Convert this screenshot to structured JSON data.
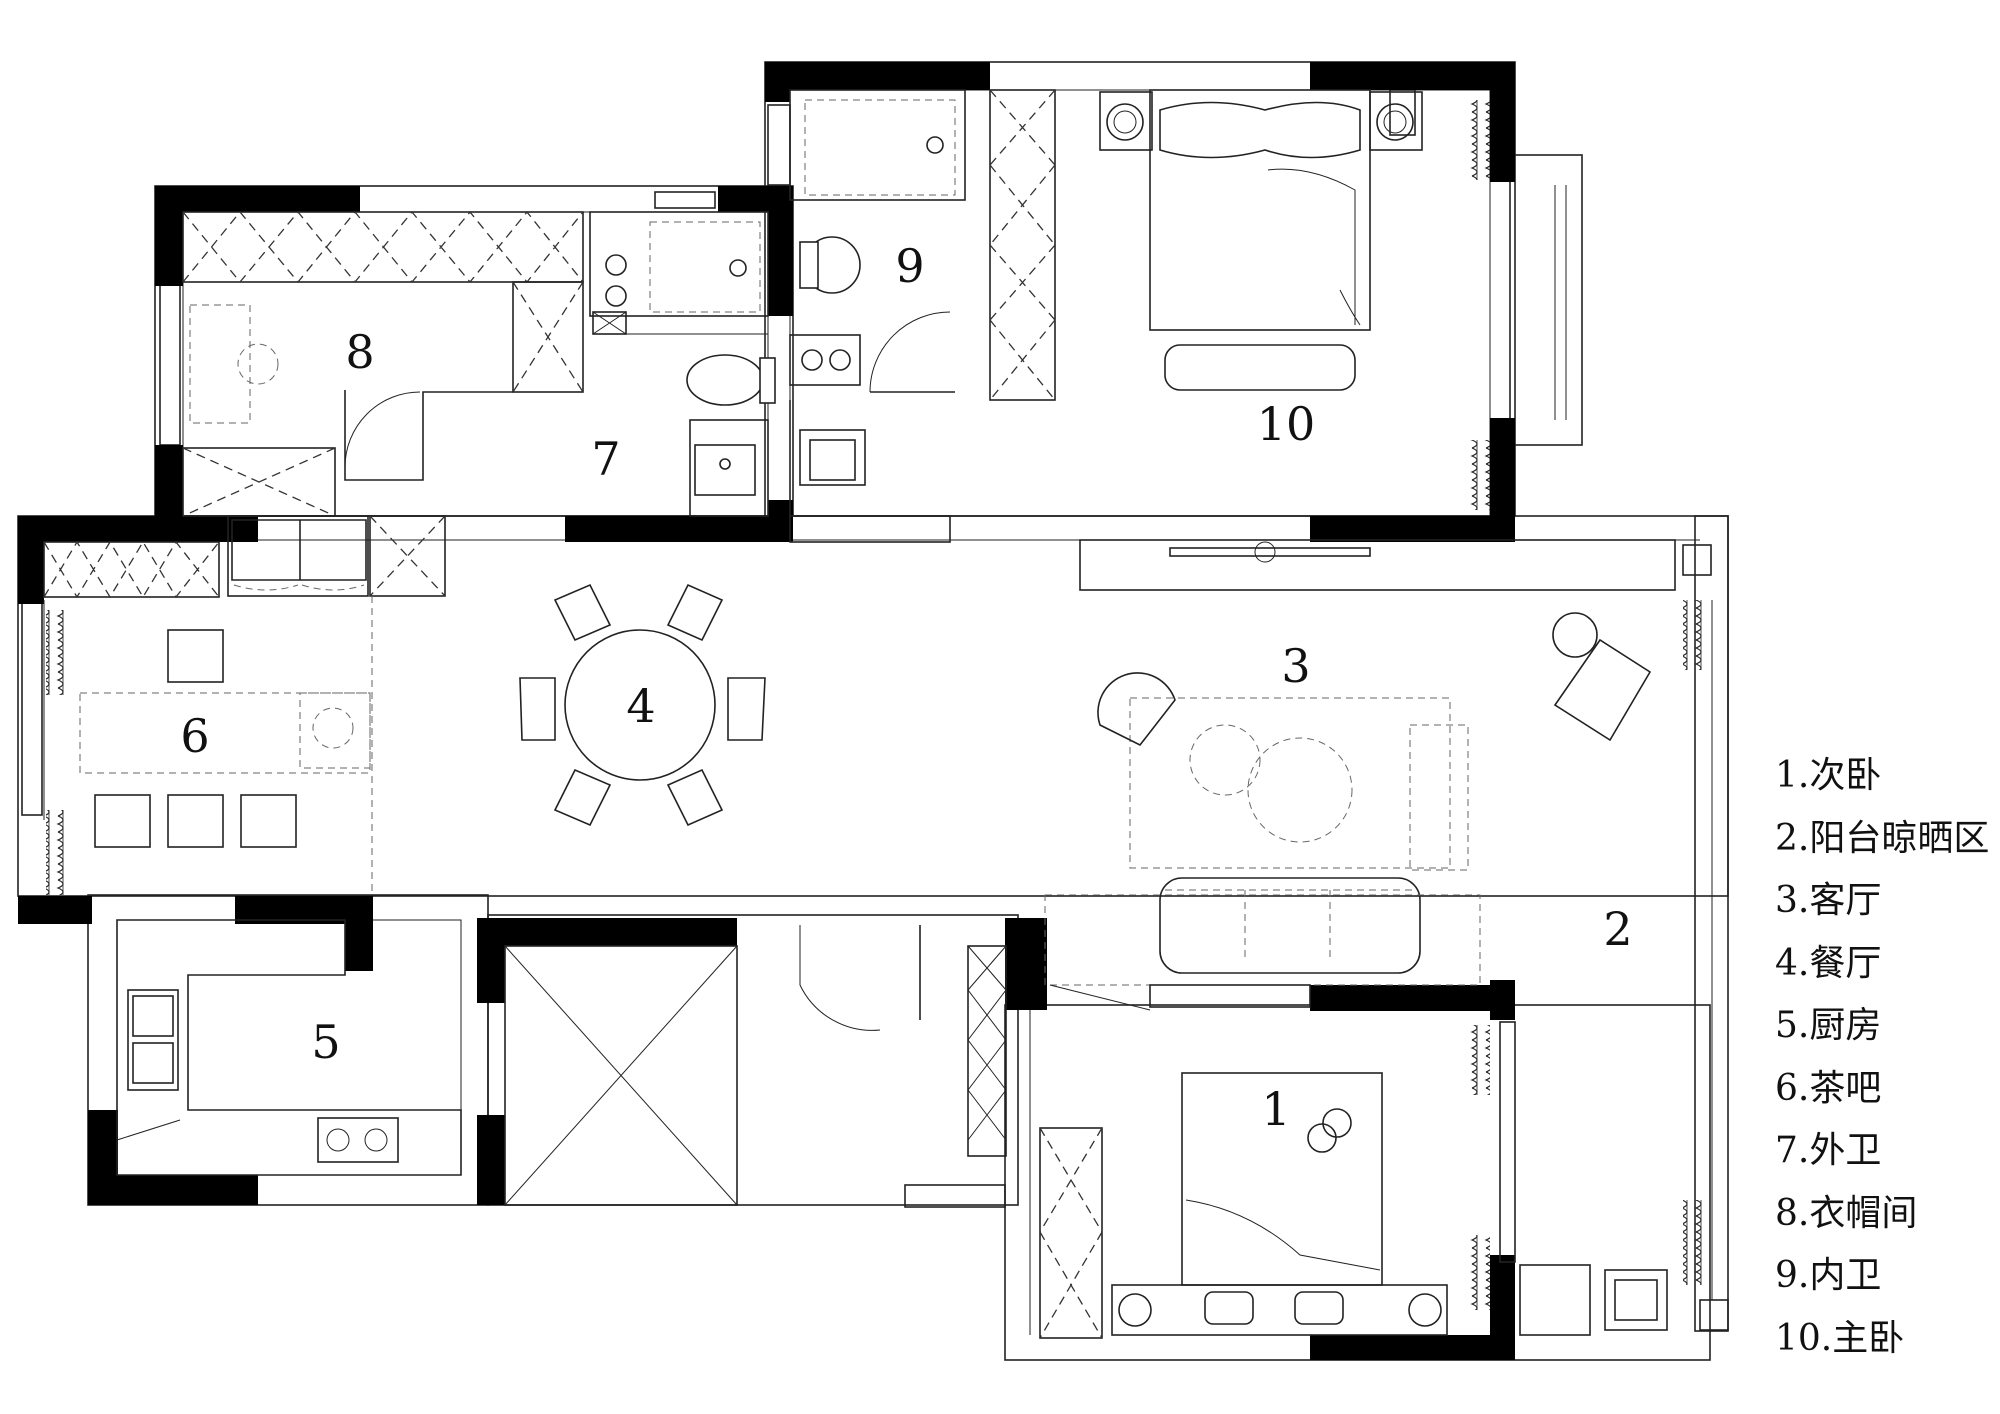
{
  "rooms": [
    {
      "id": "1",
      "label": "1"
    },
    {
      "id": "2",
      "label": "2"
    },
    {
      "id": "3",
      "label": "3"
    },
    {
      "id": "4",
      "label": "4"
    },
    {
      "id": "5",
      "label": "5"
    },
    {
      "id": "6",
      "label": "6"
    },
    {
      "id": "7",
      "label": "7"
    },
    {
      "id": "8",
      "label": "8"
    },
    {
      "id": "9",
      "label": "9"
    },
    {
      "id": "10",
      "label": "10"
    }
  ],
  "legend": [
    "1.次卧",
    "2.阳台晾晒区",
    "3.客厅",
    "4.餐厅",
    "5.厨房",
    "6.茶吧",
    "7.外卫",
    "8.衣帽间",
    "9.内卫",
    "10.主卧"
  ],
  "colors": {
    "line": "#222222",
    "wall": "#000000",
    "background": "#ffffff"
  }
}
